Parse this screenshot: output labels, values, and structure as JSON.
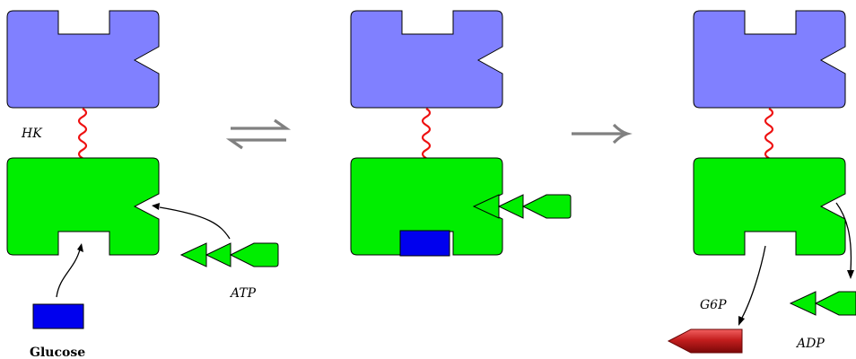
{
  "labels": {
    "enzyme": "HK",
    "atp": "ATP",
    "glucose": "Glucose",
    "g6p": "G6P",
    "adp": "ADP"
  },
  "colors": {
    "enzyme_top": "#8080ff",
    "enzyme_bottom": "#00ee00",
    "linker": "#ee1111",
    "glucose": "#0000ee",
    "nucleotide": "#00ee00",
    "g6p_light": "#f26060",
    "g6p_dark": "#8a0a0a",
    "reaction_arrow": "#808080",
    "outline": "#000000"
  },
  "steps": [
    {
      "name": "free-enzyme",
      "arrow_after": "equilibrium"
    },
    {
      "name": "bound-complex",
      "arrow_after": "forward"
    },
    {
      "name": "products",
      "arrow_after": null
    }
  ]
}
